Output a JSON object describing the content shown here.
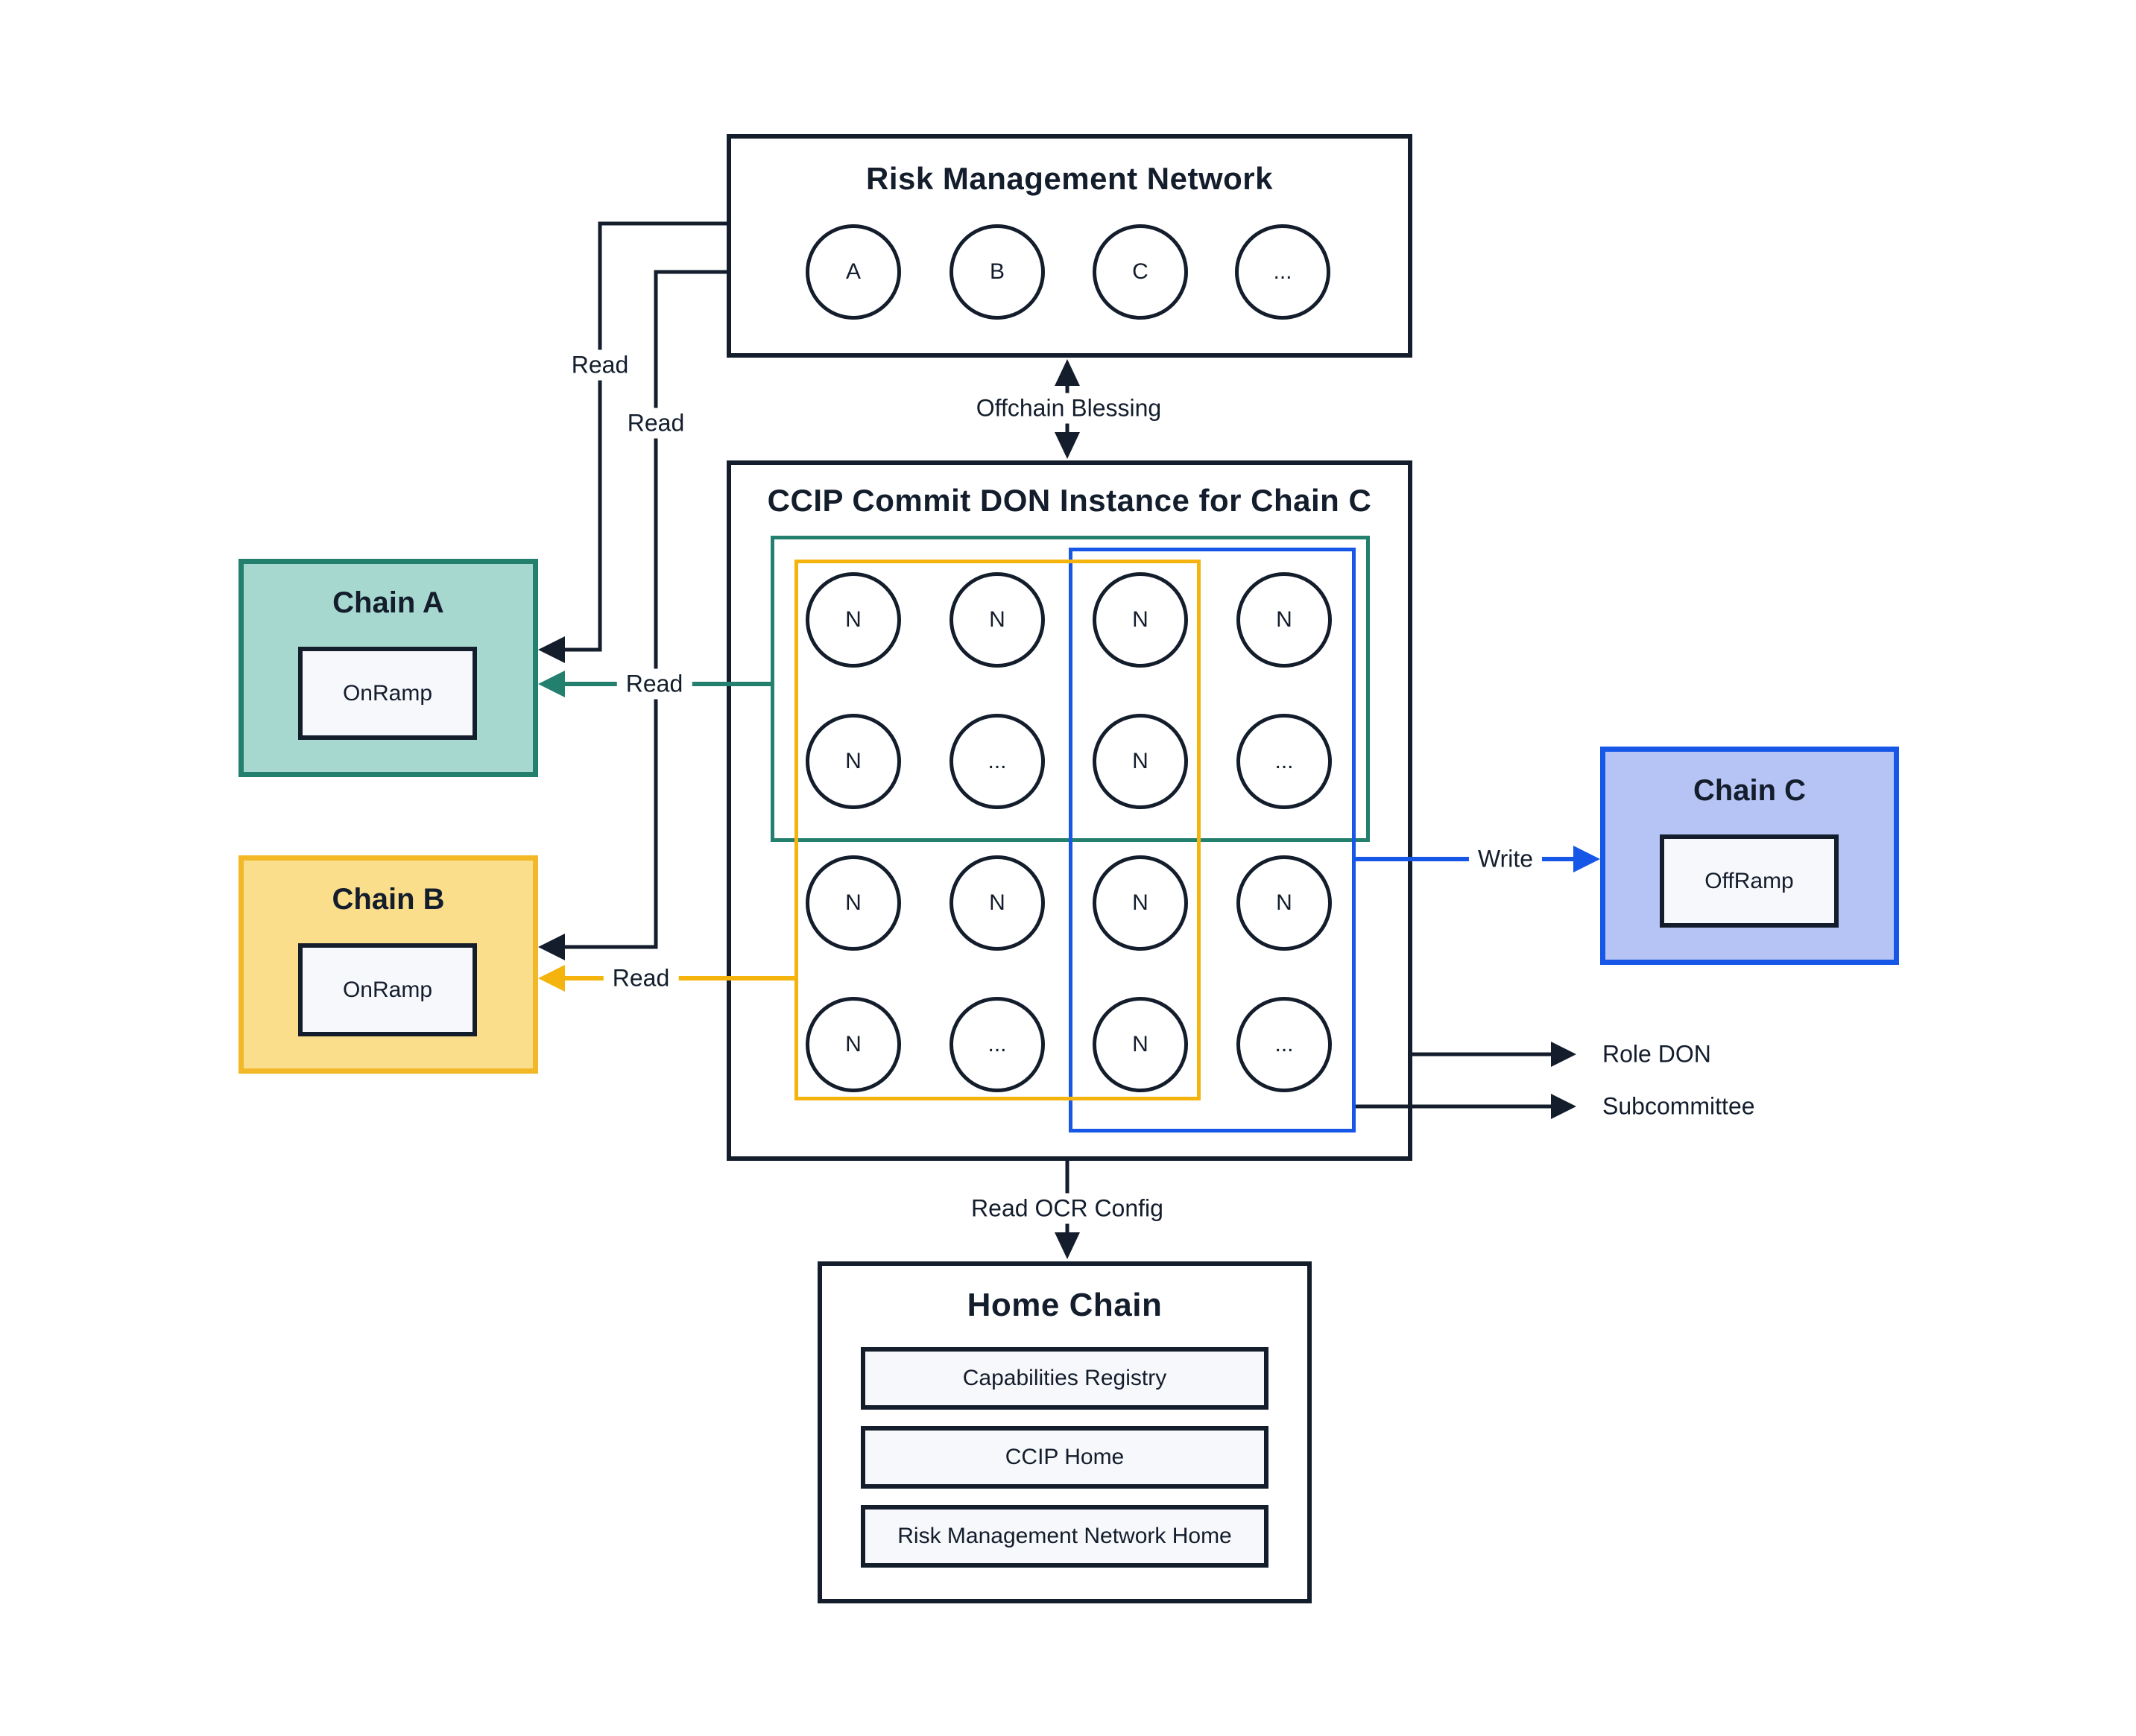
{
  "colors": {
    "ink": "#131D2C",
    "teal": "#23806F",
    "teal_fill": "#A7D8D0",
    "amber": "#F2B827",
    "amber_fill": "#FBDE8C",
    "gold": "#F5B40D",
    "blue": "#1757E8",
    "blue_fill": "#B5C4F4",
    "panel": "#F7F8FC",
    "bg": "#FFFFFF"
  },
  "rmn": {
    "title": "Risk Management Network",
    "nodes": [
      "A",
      "B",
      "C",
      "..."
    ]
  },
  "ccip": {
    "title": "CCIP Commit DON Instance for Chain C",
    "grid": [
      [
        "N",
        "N",
        "N",
        "N"
      ],
      [
        "N",
        "...",
        "N",
        "..."
      ],
      [
        "N",
        "N",
        "N",
        "N"
      ],
      [
        "N",
        "...",
        "N",
        "..."
      ]
    ]
  },
  "chain_a": {
    "title": "Chain A",
    "inner": "OnRamp"
  },
  "chain_b": {
    "title": "Chain B",
    "inner": "OnRamp"
  },
  "chain_c": {
    "title": "Chain C",
    "inner": "OffRamp"
  },
  "home": {
    "title": "Home Chain",
    "items": [
      "Capabilities Registry",
      "CCIP Home",
      "Risk Management Network Home"
    ]
  },
  "labels": {
    "read": "Read",
    "write": "Write",
    "offchain_blessing": "Offchain Blessing",
    "read_ocr_config": "Read OCR Config",
    "role_don": "Role DON",
    "subcommittee": "Subcommittee"
  }
}
